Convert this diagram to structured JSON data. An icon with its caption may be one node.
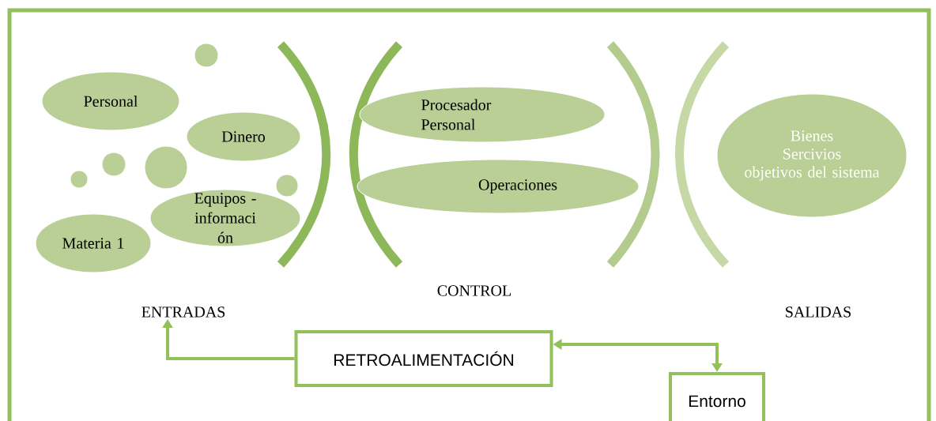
{
  "diagram": {
    "nodes": [
      {
        "text": [
          "Personal"
        ]
      },
      {
        "text": [],
        "shape": "circle"
      },
      {
        "text": [
          "Dinero"
        ]
      },
      {
        "text": [],
        "shape": "circle"
      },
      {
        "text": [],
        "shape": "circle"
      },
      {
        "text": [],
        "shape": "circle"
      },
      {
        "text": [],
        "shape": "circle"
      },
      {
        "text": [
          "Equipos - informaci ón"
        ]
      },
      {
        "text": [
          "Materia 1"
        ]
      },
      {
        "text": [
          "Procesador Personal"
        ]
      },
      {
        "text": [
          "Operaciones"
        ]
      },
      {
        "text": [
          "Bienes",
          "Sercivios",
          "objetivos del sistema"
        ]
      },
      {
        "text": [
          "ENTRADAS"
        ]
      },
      {
        "text": [
          "RETROALIMENTACIÓN"
        ]
      },
      {
        "text": [
          "Entorno"
        ]
      }
    ],
    "edges": [
      {
        "from": 13,
        "to": 12,
        "arrow": "to"
      },
      {
        "from": 13,
        "to": 14,
        "arrow": "both"
      }
    ],
    "labels": [
      "CONTROL",
      "SALIDAS"
    ]
  }
}
